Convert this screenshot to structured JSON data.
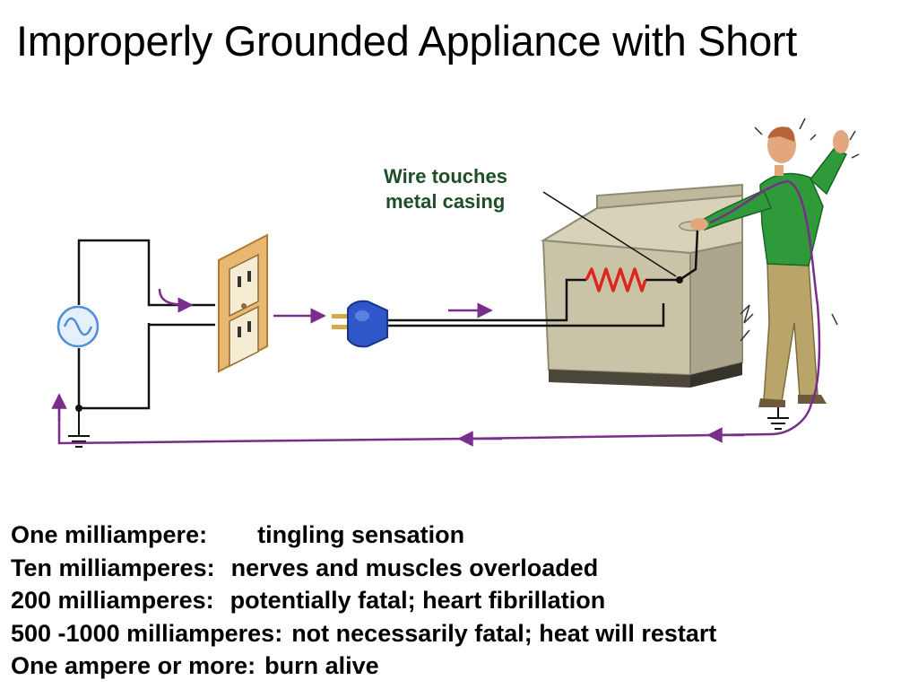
{
  "title": "Improperly Grounded Appliance with Short",
  "diagram": {
    "callout_line1": "Wire touches",
    "callout_line2": "metal casing",
    "icons": [
      "ac-source-icon",
      "wall-outlet-icon",
      "plug-icon",
      "appliance-icon",
      "heating-element-icon",
      "person-icon",
      "ground-symbol-icon"
    ],
    "colors": {
      "current_arrow": "#7a2e8c",
      "wire": "#111111",
      "outlet": "#e9b870",
      "plug": "#2f57c9",
      "appliance": "#c9c3a8",
      "heating_element": "#e0241b",
      "shirt": "#2f9a3a",
      "pants": "#b9a46a",
      "callout_text": "#1f4e2a"
    }
  },
  "facts": [
    {
      "term": "One milliampere:",
      "effect": "tingling sensation"
    },
    {
      "term": "Ten milliamperes:",
      "effect": "nerves and muscles overloaded"
    },
    {
      "term": "200 milliamperes:",
      "effect": "potentially fatal; heart fibrillation"
    },
    {
      "term": "500 -1000 milliamperes:",
      "effect": "not necessarily fatal; heat will restart"
    },
    {
      "term": "One ampere or more:",
      "effect": "burn alive"
    }
  ]
}
